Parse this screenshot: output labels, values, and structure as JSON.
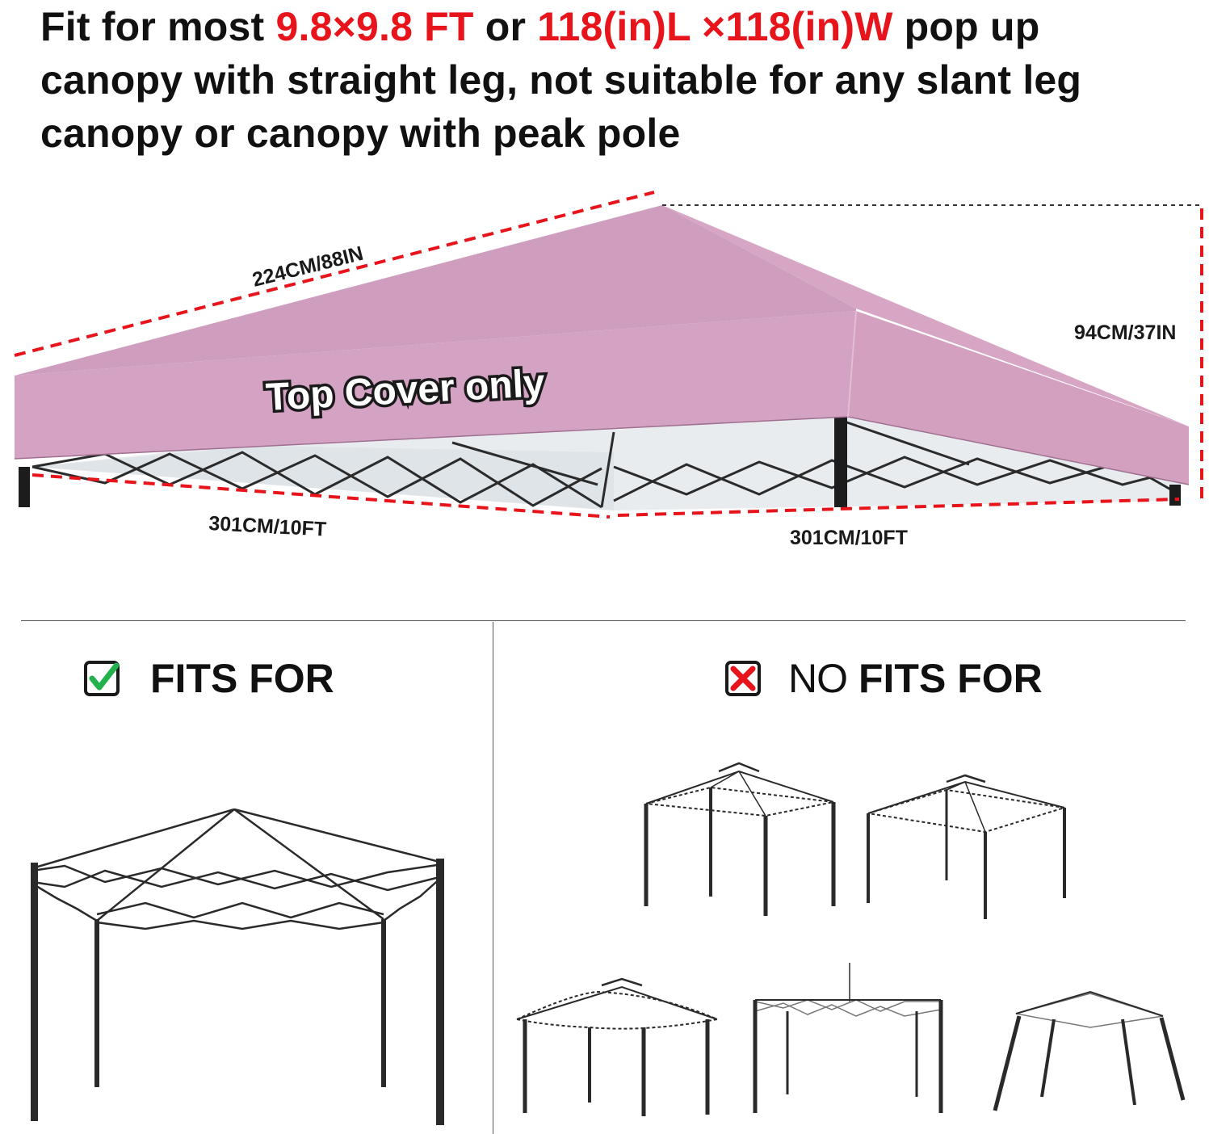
{
  "headline": {
    "part1": "Fit for most ",
    "size_ft": "9.8×9.8 FT",
    "part2": " or ",
    "size_in": "118(in)L ×118(in)W",
    "part3": " pop up canopy with straight leg, not suitable for any slant leg canopy or canopy with peak pole"
  },
  "diagram": {
    "slope_label": "224CM/88IN",
    "height_label": "94CM/37IN",
    "product_label": "Top Cover only",
    "left_width_label": "301CM/10FT",
    "right_width_label": "301CM/10FT",
    "canopy_color": "#d3a3c3",
    "dimension_line_color": "#e8141b"
  },
  "fits": {
    "label": "FITS FOR",
    "icon": "green-checkmark-icon",
    "icon_color": "#22b14c"
  },
  "no_fits": {
    "label_no": "NO",
    "label_rest": "FITS FOR",
    "icon": "red-x-icon",
    "icon_color": "#e8141b"
  }
}
